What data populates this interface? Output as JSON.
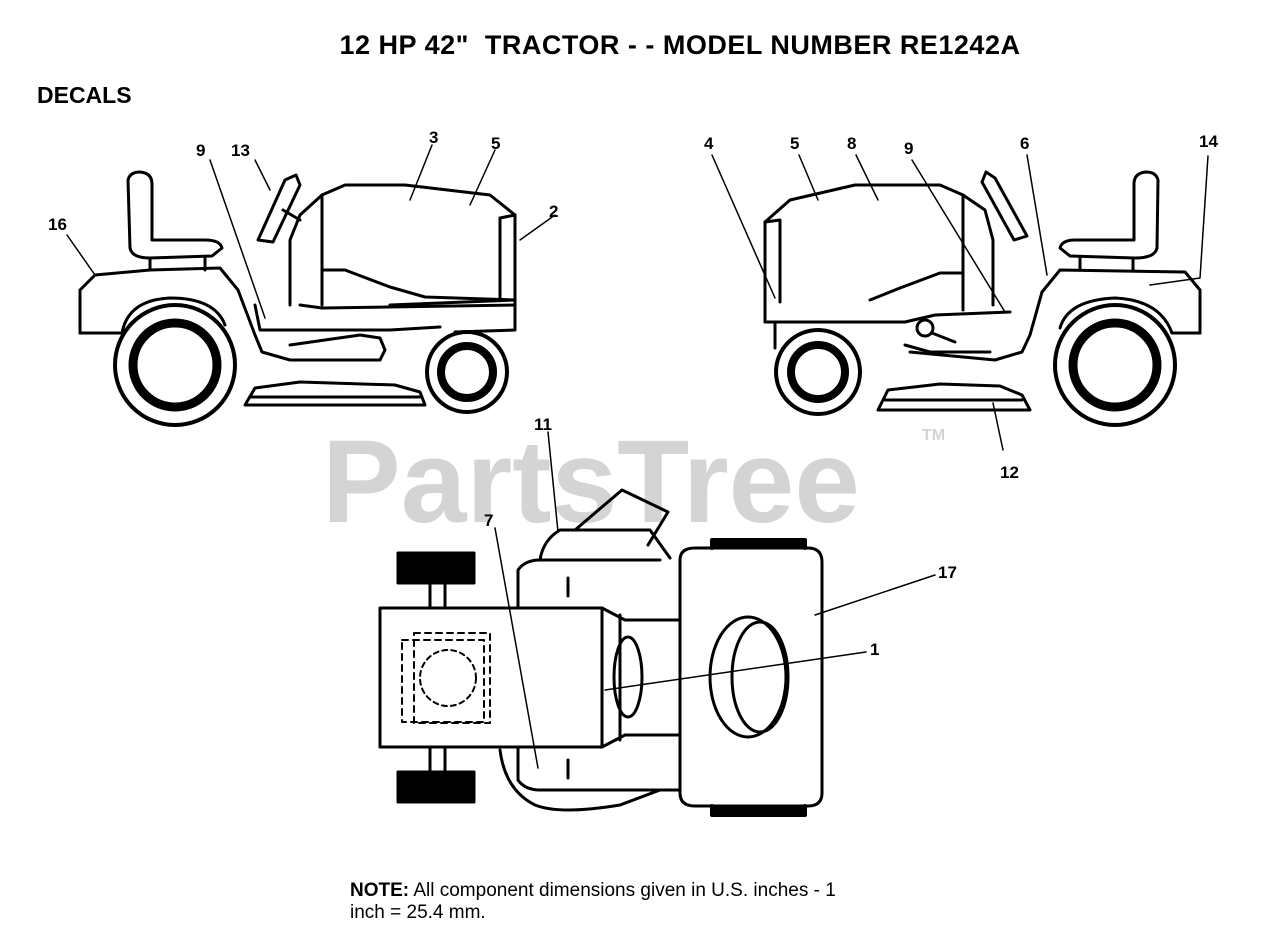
{
  "title": "12 HP 42\"  TRACTOR - - MODEL NUMBER RE1242A",
  "section": "DECALS",
  "watermark": {
    "text": "PartsTree",
    "tm": "TM",
    "color": "#d4d4d4"
  },
  "callouts": {
    "left_view": [
      "9",
      "13",
      "3",
      "5",
      "2",
      "16"
    ],
    "right_view": [
      "4",
      "5",
      "8",
      "9",
      "6",
      "14",
      "12"
    ],
    "top_view": [
      "11",
      "7",
      "17",
      "1"
    ]
  },
  "note": {
    "label": "NOTE:",
    "text": "All component dimensions given in U.S. inches - 1",
    "text2": "inch = 25.4 mm."
  }
}
